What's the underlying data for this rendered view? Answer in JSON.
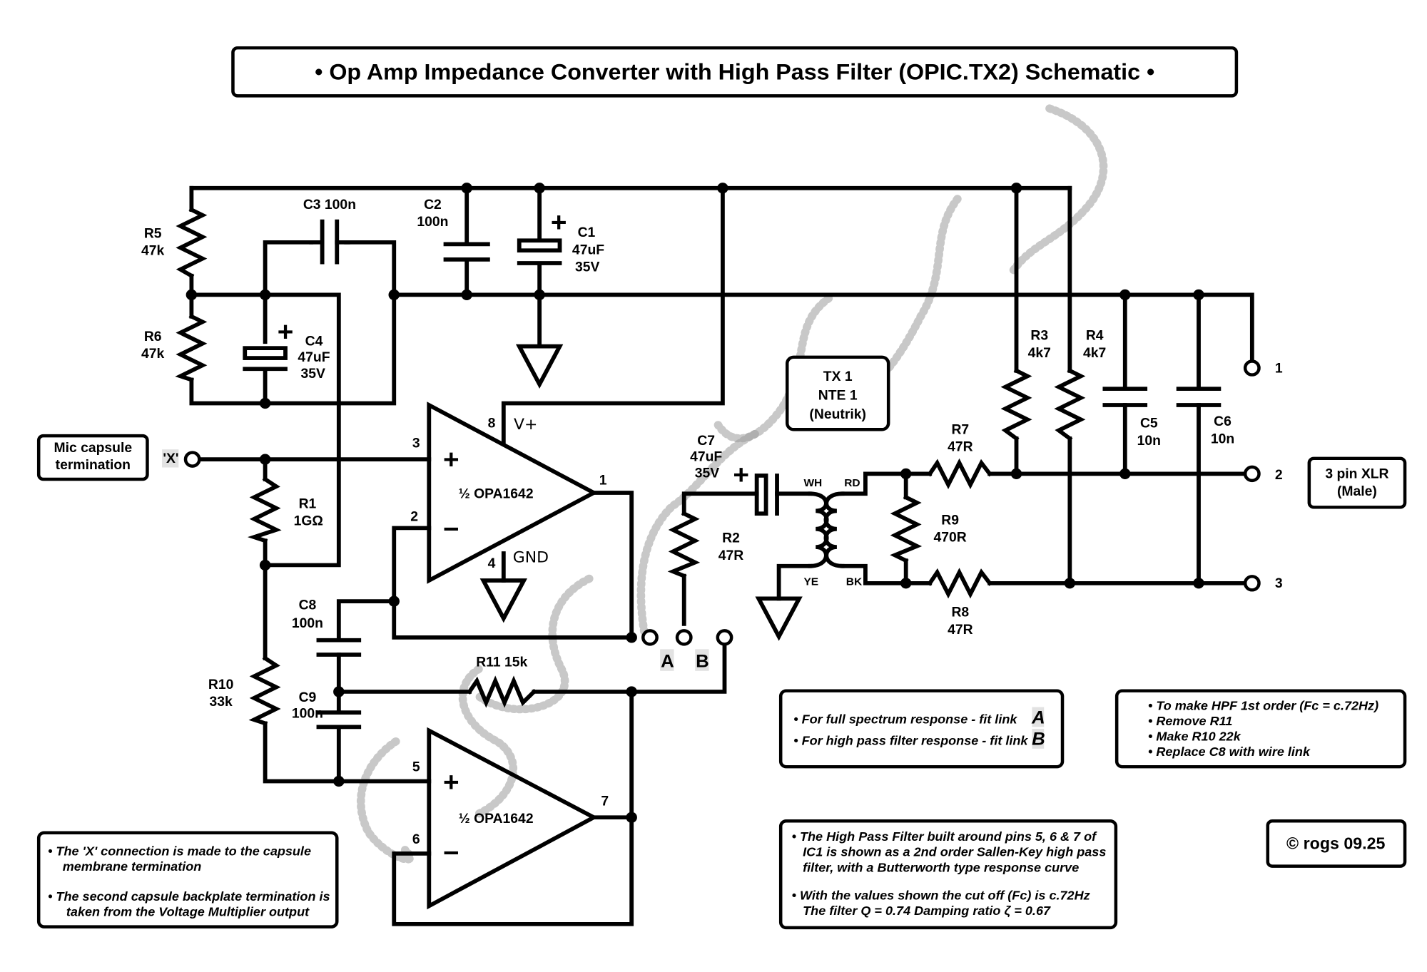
{
  "title": "• Op Amp Impedance Converter with High Pass Filter (OPIC.TX2) Schematic •",
  "components": {
    "R1": {
      "ref": "R1",
      "value": "1GΩ"
    },
    "R2": {
      "ref": "R2",
      "value": "47R"
    },
    "R3": {
      "ref": "R3",
      "value": "4k7"
    },
    "R4": {
      "ref": "R4",
      "value": "4k7"
    },
    "R5": {
      "ref": "R5",
      "value": "47k"
    },
    "R6": {
      "ref": "R6",
      "value": "47k"
    },
    "R7": {
      "ref": "R7",
      "value": "47R"
    },
    "R8": {
      "ref": "R8",
      "value": "47R"
    },
    "R9": {
      "ref": "R9",
      "value": "470R"
    },
    "R10": {
      "ref": "R10",
      "value": "33k"
    },
    "R11": {
      "label": "R11  15k"
    },
    "C1": {
      "ref": "C1",
      "value": "47uF",
      "voltage": "35V"
    },
    "C2": {
      "ref": "C2",
      "value": "100n"
    },
    "C3": {
      "label": "C3  100n"
    },
    "C4": {
      "ref": "C4",
      "value": "47uF",
      "voltage": "35V"
    },
    "C5": {
      "ref": "C5",
      "value": "10n"
    },
    "C6": {
      "ref": "C6",
      "value": "10n"
    },
    "C7": {
      "ref": "C7",
      "value": "47uF",
      "voltage": "35V"
    },
    "C8": {
      "ref": "C8",
      "value": "100n"
    },
    "C9": {
      "ref": "C9",
      "value": "100n"
    }
  },
  "opamps": {
    "upper": {
      "name": "½ OPA1642",
      "pins": {
        "in_plus": "3",
        "in_minus": "2",
        "out": "1",
        "vplus": "8",
        "gnd": "4"
      },
      "vplus_label": "V+",
      "gnd_label": "GND",
      "plus_sign": "+",
      "minus_sign": "−"
    },
    "lower": {
      "name": "½ OPA1642",
      "pins": {
        "in_plus": "5",
        "in_minus": "6",
        "out": "7"
      },
      "plus_sign": "+",
      "minus_sign": "−"
    }
  },
  "transformer": {
    "box_lines": [
      "TX 1",
      "NTE 1",
      "(Neutrik)"
    ],
    "leads": {
      "wh": "WH",
      "ye": "YE",
      "rd": "RD",
      "bk": "BK"
    }
  },
  "plus_sign": "+",
  "input": {
    "box_lines": [
      "Mic capsule",
      "termination"
    ],
    "node_label": "'X'"
  },
  "links": {
    "a": "A",
    "b": "B"
  },
  "xlr": {
    "box_lines": [
      "3 pin XLR",
      "(Male)"
    ],
    "pins": [
      "1",
      "2",
      "3"
    ]
  },
  "notes": {
    "link_options": [
      {
        "text": "• For full spectrum response  -   fit link",
        "link": "A"
      },
      {
        "text": "• For high pass filter response - fit link",
        "link": "B"
      }
    ],
    "first_order": [
      "• To make HPF 1st order (Fc = c.72Hz)",
      "• Remove R11",
      "• Make R10 22k",
      "• Replace C8 with wire link"
    ],
    "capsule": [
      "• The 'X' connection is made to the capsule",
      "membrane termination",
      "• The second capsule backplate termination is",
      "taken from the Voltage Multiplier output"
    ],
    "filter": [
      "• The High Pass Filter built around pins 5, 6 & 7 of",
      "IC1 is shown as a 2nd order Sallen-Key high pass",
      "filter, with a Butterworth type response curve",
      "• With the values shown the cut off (Fc) is c.72Hz",
      "The filter Q = 0.74     Damping ratio  ζ  = 0.67"
    ]
  },
  "copyright": "© rogs 09.25"
}
